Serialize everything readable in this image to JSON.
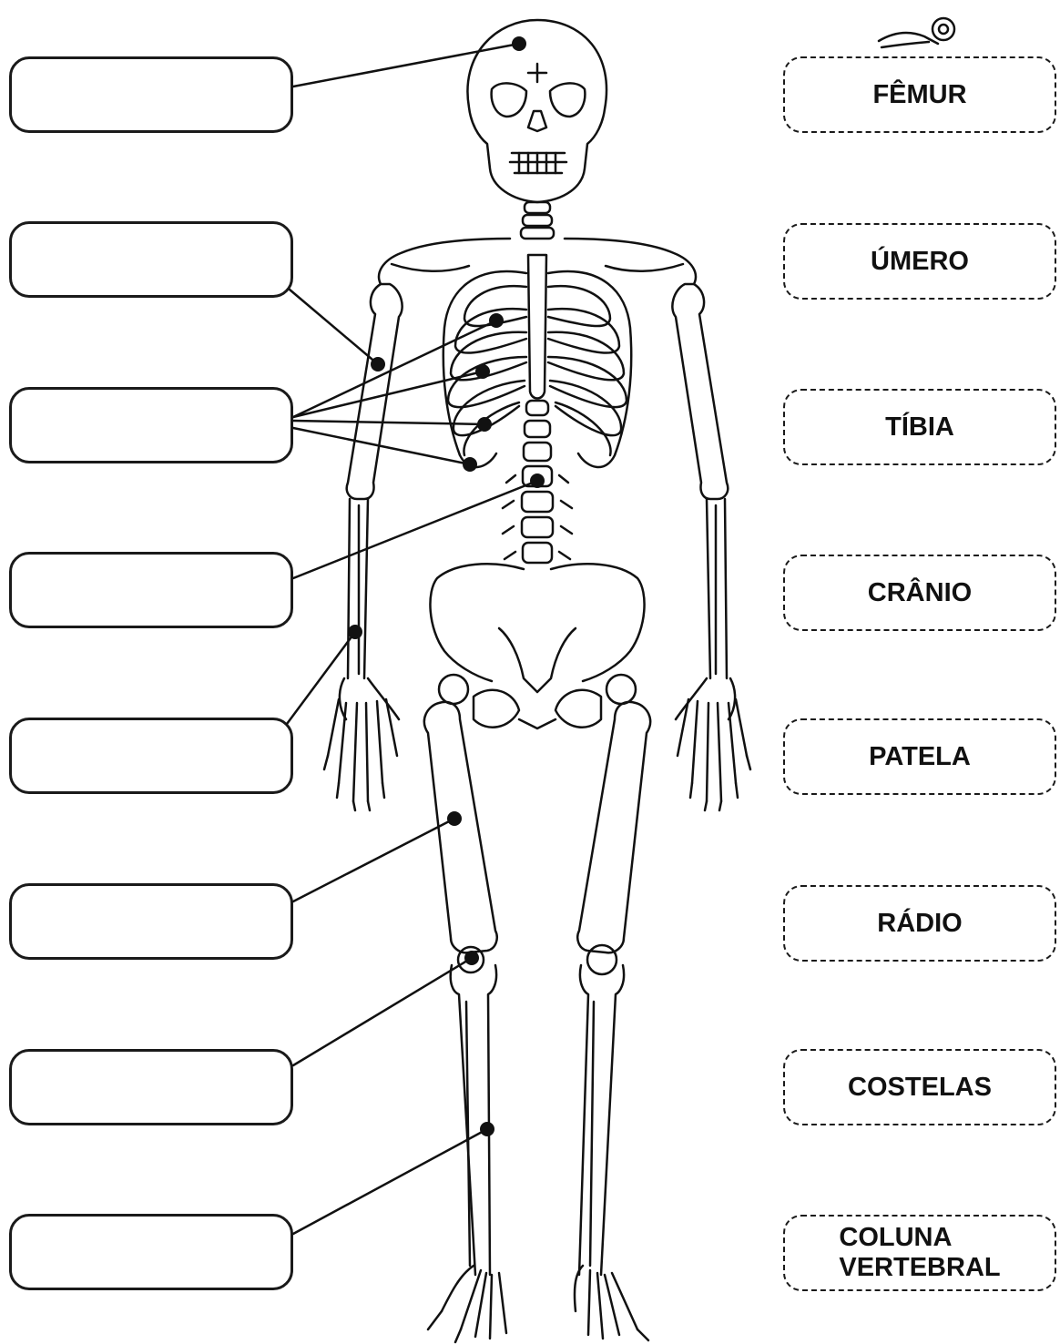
{
  "word_bank": [
    {
      "id": "femur",
      "lines": [
        "FÊMUR"
      ]
    },
    {
      "id": "umero",
      "lines": [
        "ÚMERO"
      ]
    },
    {
      "id": "tibia",
      "lines": [
        "TÍBIA"
      ]
    },
    {
      "id": "cranio",
      "lines": [
        "CRÂNIO"
      ]
    },
    {
      "id": "patela",
      "lines": [
        "PATELA"
      ]
    },
    {
      "id": "radio",
      "lines": [
        "RÁDIO"
      ]
    },
    {
      "id": "costelas",
      "lines": [
        "COSTELAS"
      ]
    },
    {
      "id": "coluna",
      "lines": [
        "COLUNA",
        "VERTEBRAL"
      ]
    }
  ],
  "answer_boxes": [
    {
      "value": "",
      "points_to": "skull"
    },
    {
      "value": "",
      "points_to": "humerus"
    },
    {
      "value": "",
      "points_to": "ribs"
    },
    {
      "value": "",
      "points_to": "spine"
    },
    {
      "value": "",
      "points_to": "radius"
    },
    {
      "value": "",
      "points_to": "femur"
    },
    {
      "value": "",
      "points_to": "patella"
    },
    {
      "value": "",
      "points_to": "tibia"
    }
  ],
  "colors": {
    "ink": "#111111",
    "paper": "#ffffff"
  }
}
